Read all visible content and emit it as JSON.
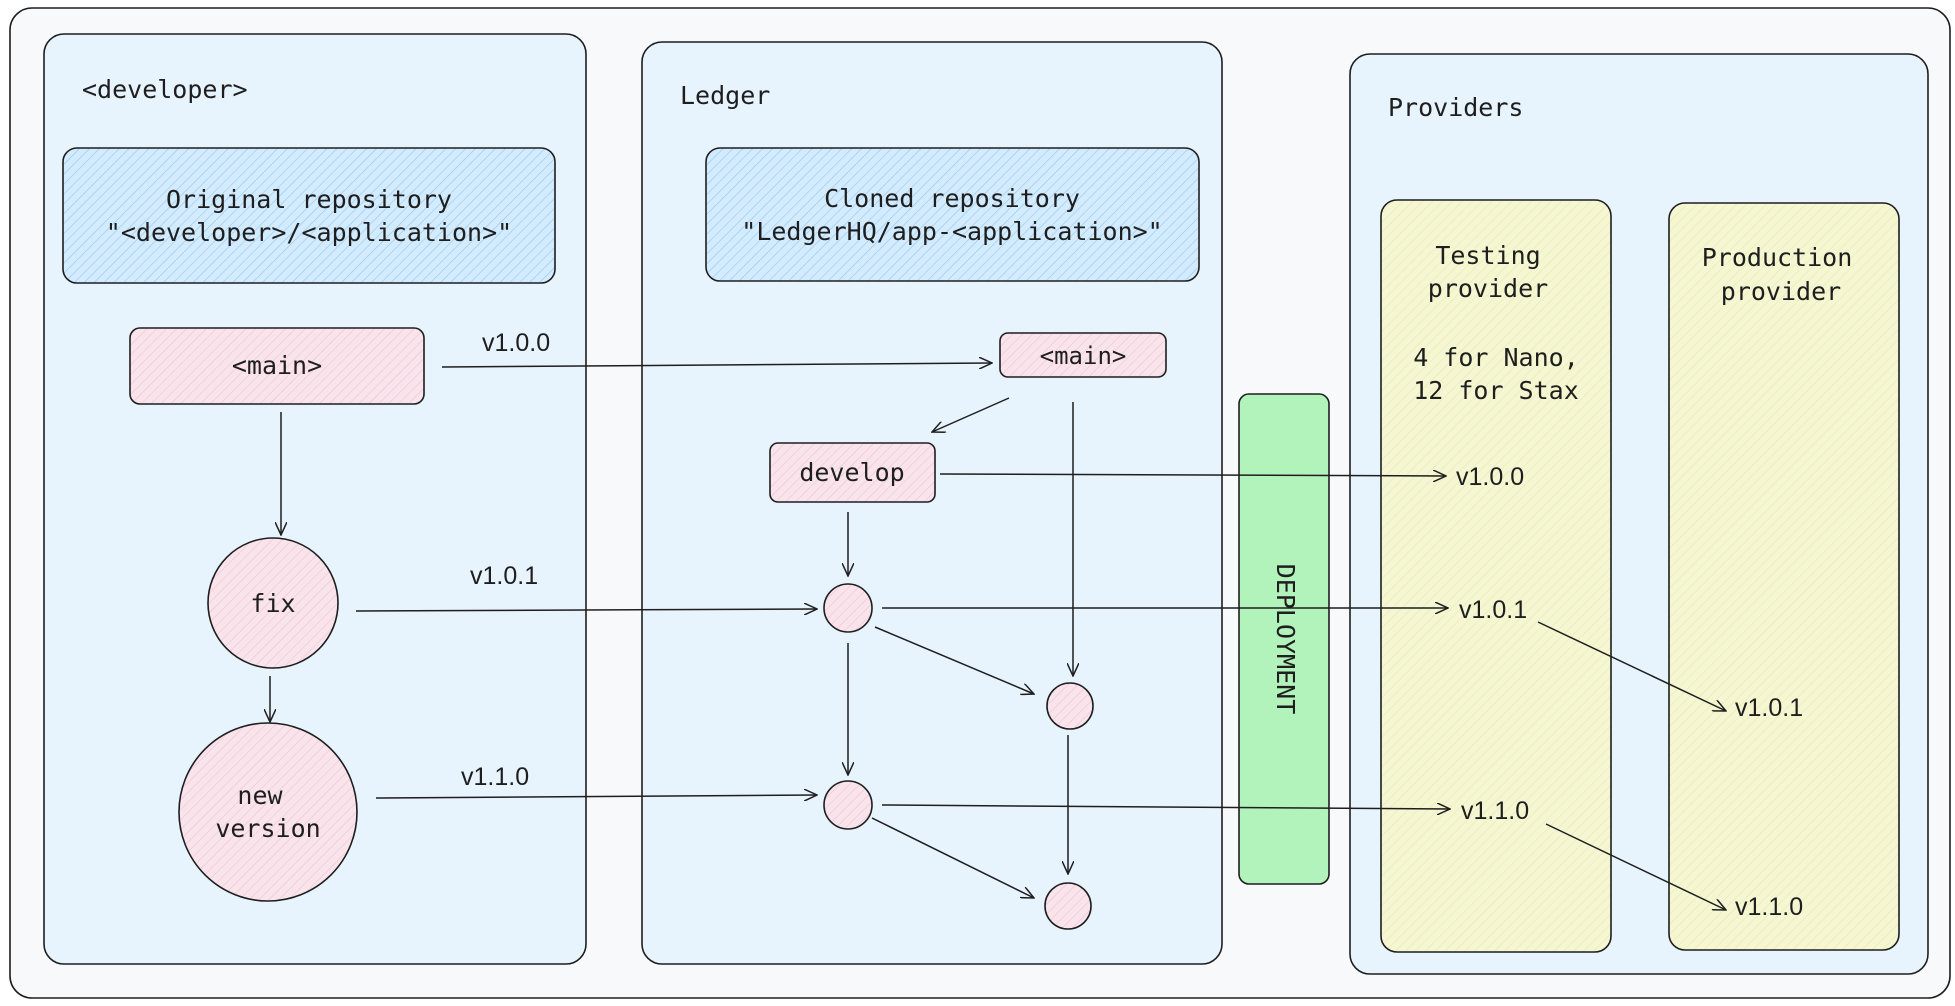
{
  "lanes": {
    "developer": {
      "title": "<developer>"
    },
    "ledger": {
      "title": "Ledger"
    },
    "providers": {
      "title": "Providers"
    }
  },
  "developer": {
    "repo_line1": "Original repository",
    "repo_line2": "\"<developer>/<application>\"",
    "main": "<main>",
    "fix": "fix",
    "new_version_line1": "new",
    "new_version_line2": "version"
  },
  "ledger": {
    "repo_line1": "Cloned repository",
    "repo_line2": "\"LedgerHQ/app-<application>\"",
    "main": "<main>",
    "develop": "develop"
  },
  "deployment": {
    "label": "DEPLOYMENT"
  },
  "providers": {
    "testing": {
      "title_line1": "Testing",
      "title_line2": "provider",
      "note_line1": "4 for Nano,",
      "note_line2": "12 for Stax",
      "versions": [
        "v1.0.0",
        "v1.0.1",
        "v1.1.0"
      ]
    },
    "production": {
      "title_line1": "Production",
      "title_line2": "provider",
      "versions": [
        "v1.0.1",
        "v1.1.0"
      ]
    }
  },
  "edge_labels": {
    "main_to_main": "v1.0.0",
    "fix_to_ledger": "v1.0.1",
    "new_to_ledger": "v1.1.0"
  },
  "colors": {
    "lane_fill": "#e7f3fd",
    "repo_fill": "#a5d8ff",
    "branch_fill": "#fcc2d7",
    "provider_fill": "#f6f7c4",
    "deployment_fill": "#b2f2bb",
    "stroke": "#1e1e1e"
  }
}
